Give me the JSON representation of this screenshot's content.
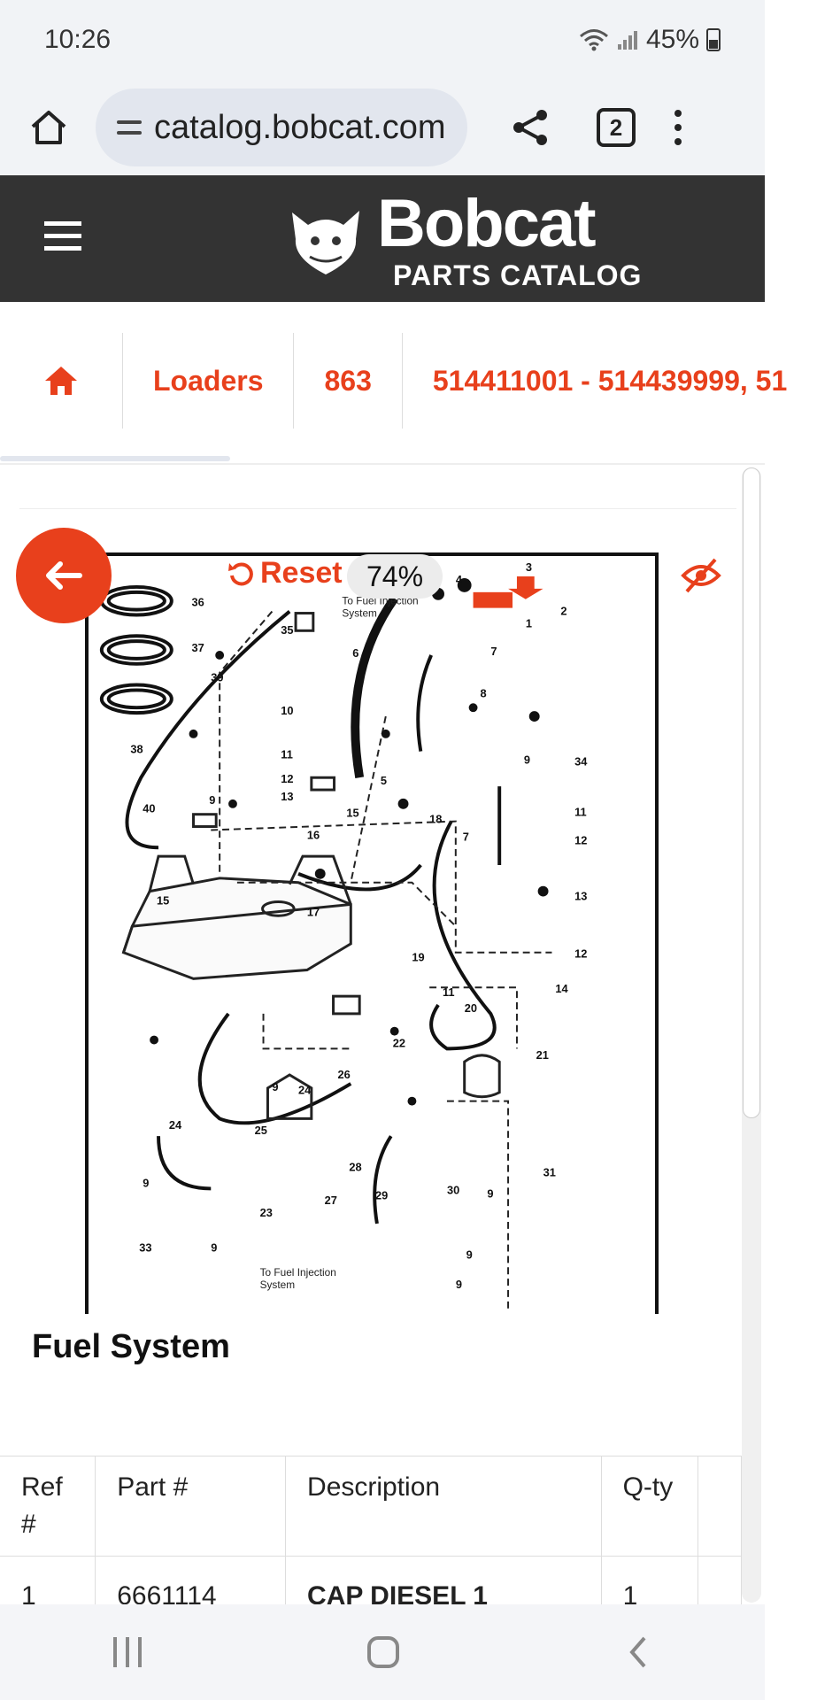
{
  "status_bar": {
    "time": "10:26",
    "battery": "45%"
  },
  "browser": {
    "url": "catalog.bobcat.com",
    "tab_count": "2"
  },
  "header": {
    "brand": "Bobcat",
    "subtitle": "PARTS CATALOG"
  },
  "breadcrumb": {
    "items": [
      "Loaders",
      "863",
      "514411001 - 514439999, 51"
    ]
  },
  "viewer": {
    "reset_label": "Reset",
    "zoom": "74%"
  },
  "diagram": {
    "note_top": [
      "To Fuel Injection",
      "System"
    ],
    "note_bottom": [
      "To Fuel Injection",
      "System"
    ],
    "callouts": [
      "36",
      "37",
      "35",
      "39",
      "38",
      "10",
      "11",
      "12",
      "13",
      "40",
      "9",
      "16",
      "15",
      "15",
      "17",
      "19",
      "11",
      "20",
      "22",
      "26",
      "9",
      "24",
      "25",
      "24",
      "28",
      "9",
      "27",
      "23",
      "29",
      "30",
      "9",
      "31",
      "9",
      "33",
      "9",
      "9",
      "1",
      "2",
      "3",
      "4",
      "5",
      "6",
      "7",
      "8",
      "5",
      "18",
      "7",
      "9",
      "34",
      "11",
      "12",
      "13",
      "12",
      "14",
      "21"
    ]
  },
  "section": {
    "title": "Fuel System"
  },
  "table": {
    "headers": [
      "Ref #",
      "Part #",
      "Description",
      "Q-ty"
    ],
    "rows": [
      {
        "ref": "1",
        "part": "6661114",
        "desc": "CAP DIESEL 1",
        "qty": "1"
      }
    ]
  },
  "colors": {
    "accent": "#e8401c",
    "header_bg": "#333333"
  }
}
